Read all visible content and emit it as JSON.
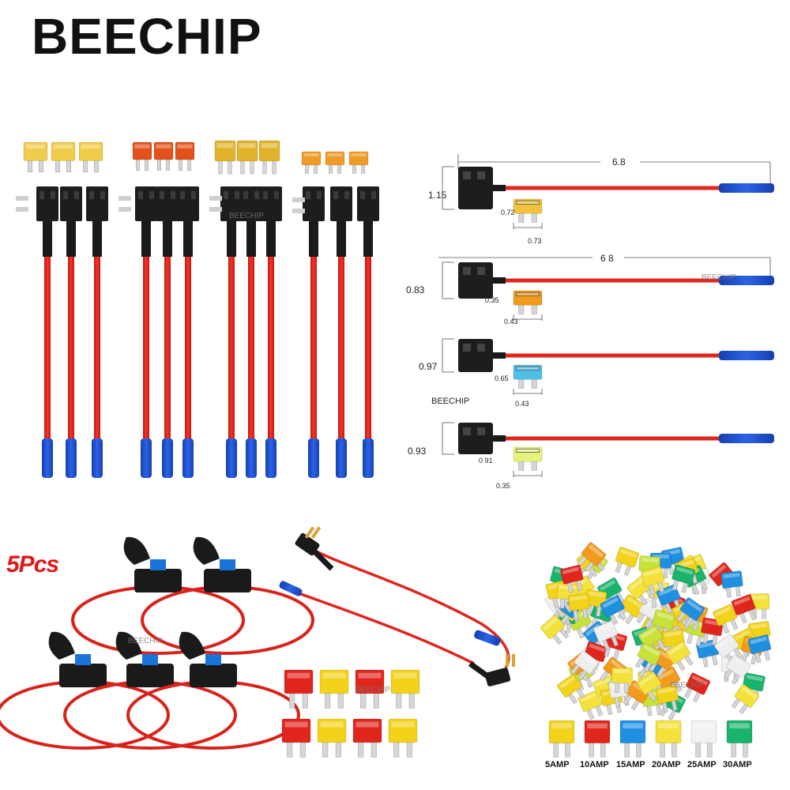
{
  "brand": "BEECHIP",
  "watermark": "BEECHIP",
  "quantity_badge": "5Pcs",
  "dimensions": {
    "row1": {
      "length": "6.8",
      "height": "1.15",
      "fuse_h": "0.72",
      "fuse_w": "0.73"
    },
    "row2": {
      "length": "6 8",
      "height": "0.83",
      "fuse_h": "0.35",
      "fuse_w": "0.43"
    },
    "row3": {
      "height": "0.97",
      "fuse_h": "0.65",
      "fuse_w": "0.43",
      "label": "BEECHIP"
    },
    "row4": {
      "height": "0.93",
      "fuse_h": "0 91",
      "fuse_w": "0.35"
    }
  },
  "amp_labels": [
    "5AMP",
    "10AMP",
    "15AMP",
    "20AMP",
    "25AMP",
    "30AMP"
  ],
  "fuse_colors": {
    "5AMP": "#f2d31a",
    "10AMP": "#e0251c",
    "15AMP": "#1f8fe0",
    "20AMP": "#f4e13a",
    "25AMP": "#f2f2f2",
    "30AMP": "#19b36b"
  },
  "colors": {
    "wire": "#e0261e",
    "terminal": "#1f4fd1",
    "holder": "#1a1a1a"
  }
}
